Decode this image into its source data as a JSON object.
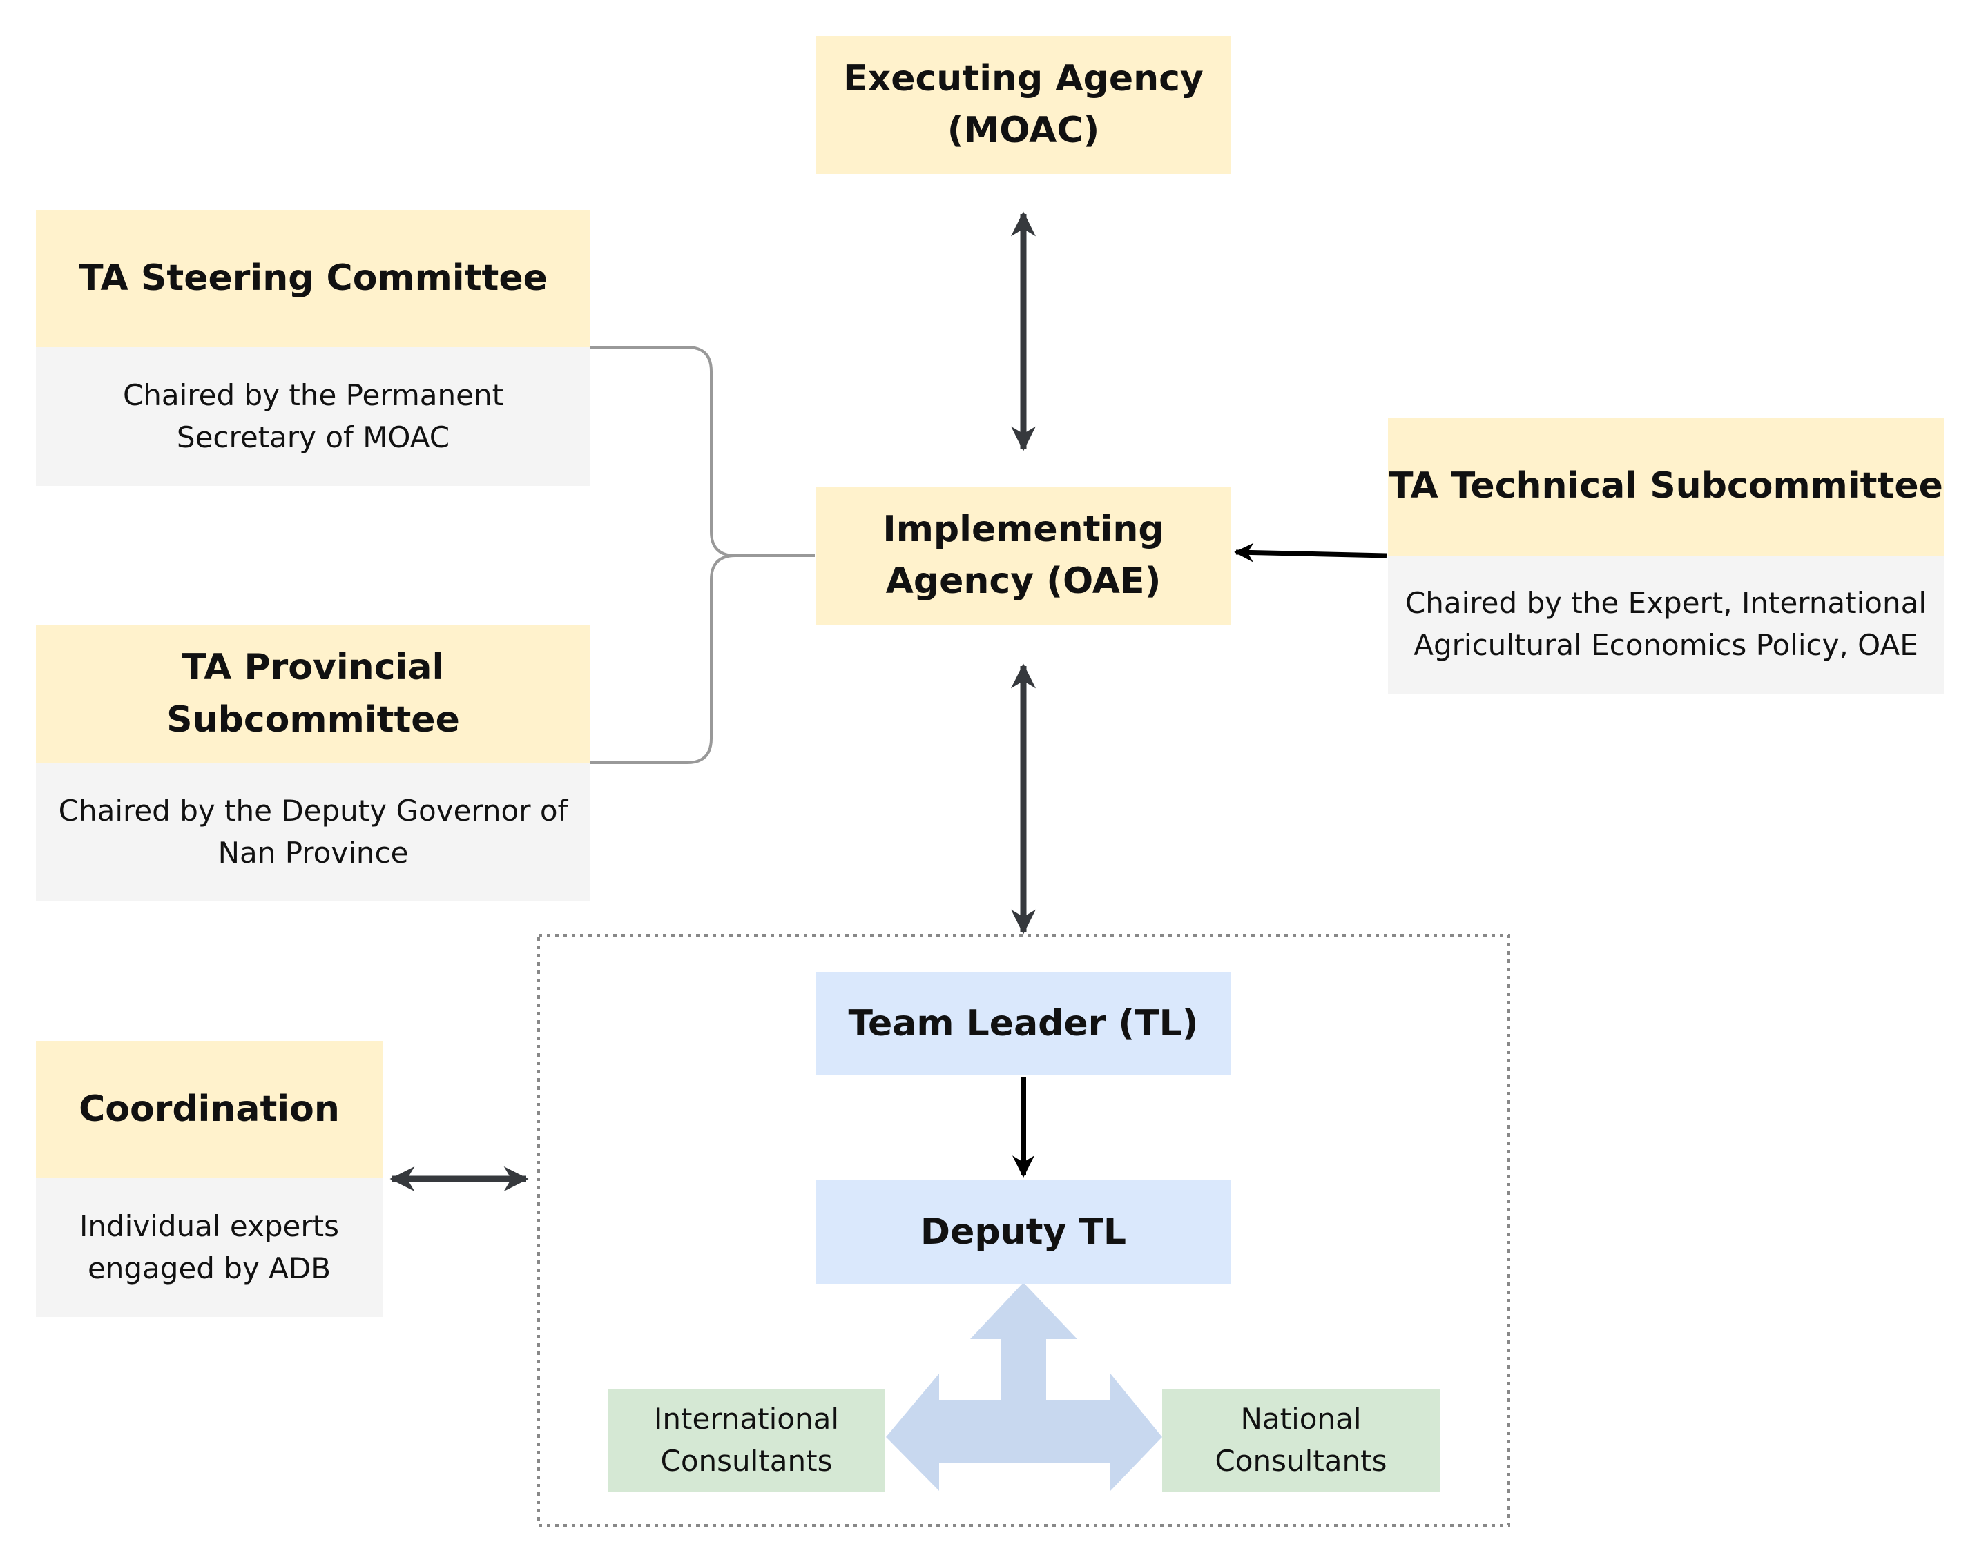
{
  "nodes": {
    "executing_agency": "Executing Agency\n(MOAC)",
    "implementing_agency": "Implementing\nAgency (OAE)",
    "steering_committee": {
      "title": "TA Steering Committee",
      "desc": "Chaired by the Permanent Secretary of MOAC"
    },
    "provincial_subcommittee": {
      "title": "TA Provincial Subcommittee",
      "desc": "Chaired by the Deputy Governor of Nan Province"
    },
    "technical_subcommittee": {
      "title": "TA Technical Subcommittee",
      "desc": "Chaired by the Expert, International Agricultural Economics Policy, OAE"
    },
    "coordination": {
      "title": "Coordination",
      "desc": "Individual experts engaged by ADB"
    },
    "team_leader": "Team Leader (TL)",
    "deputy_tl": "Deputy TL",
    "international_consultants": "International Consultants",
    "national_consultants": "National Consultants"
  },
  "colors": {
    "header": "#fff2cc",
    "description": "#f4f4f4",
    "team": "#dae8fc",
    "consultants": "#d5e8d4",
    "arrow": "#36393d",
    "connector": "#999999",
    "team_arrow": "#c8d8ef"
  }
}
